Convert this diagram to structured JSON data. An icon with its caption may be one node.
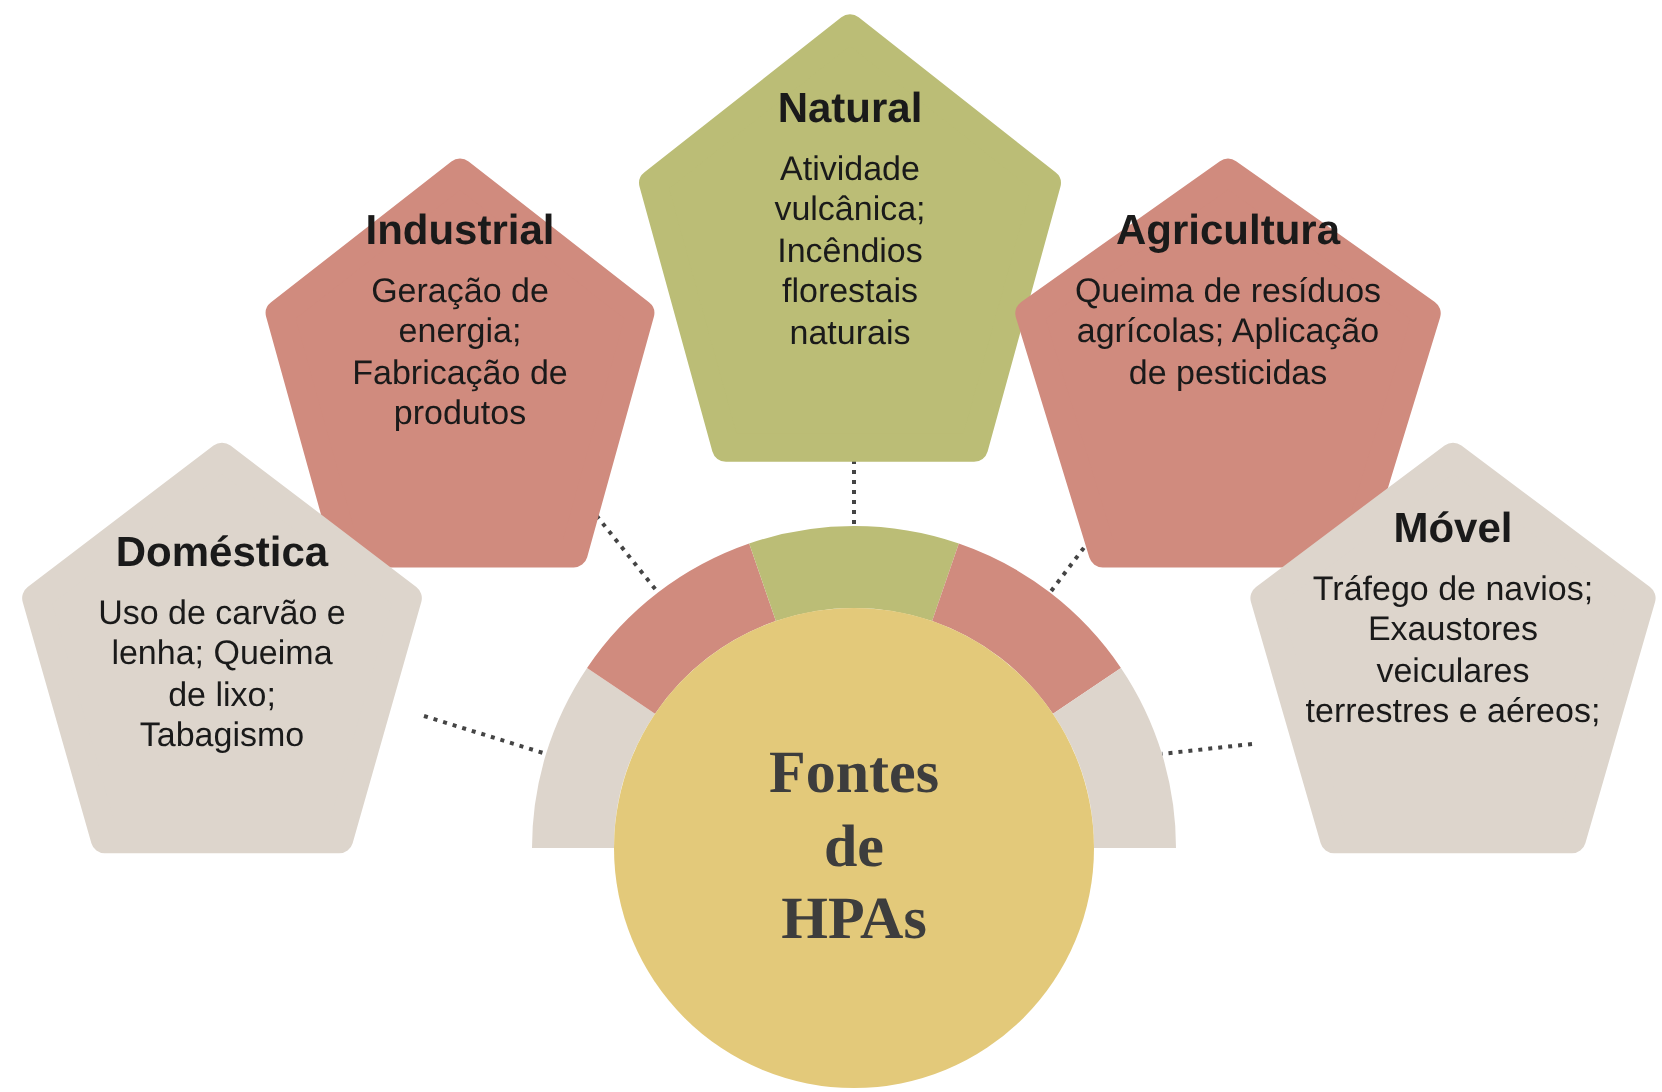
{
  "diagram": {
    "nodes": [
      {
        "text": [
          "Natural",
          "Atividade vulcânica; Incêndios florestais naturais"
        ]
      },
      {
        "text": [
          "Industrial",
          "Geração de energia; Fabricação de produtos"
        ]
      },
      {
        "text": [
          "Agricultura",
          "Queima de resíduos agrícolas; Aplicação de pesticidas"
        ]
      },
      {
        "text": [
          "Doméstica",
          "Uso de carvão e lenha; Queima de lixo; Tabagismo"
        ]
      },
      {
        "text": [
          "Móvel",
          "Tráfego de navios; Exaustores veiculares terrestres e aéreos;"
        ]
      },
      {
        "text": [
          "Fontes de HPAs"
        ]
      },
      {
        "text": [],
        "shape": "arc"
      },
      {
        "text": [],
        "shape": "arc"
      },
      {
        "text": [],
        "shape": "arc"
      },
      {
        "text": [],
        "shape": "arc"
      },
      {
        "text": [],
        "shape": "arc"
      }
    ],
    "edges": [
      {
        "from": 3,
        "to": 6,
        "arrow": "none",
        "style": "dashed"
      },
      {
        "from": 1,
        "to": 7,
        "arrow": "none",
        "style": "dashed"
      },
      {
        "from": 0,
        "to": 8,
        "arrow": "none",
        "style": "dashed"
      },
      {
        "from": 2,
        "to": 9,
        "arrow": "none",
        "style": "dashed"
      },
      {
        "from": 4,
        "to": 10,
        "arrow": "none",
        "style": "dashed"
      }
    ]
  }
}
